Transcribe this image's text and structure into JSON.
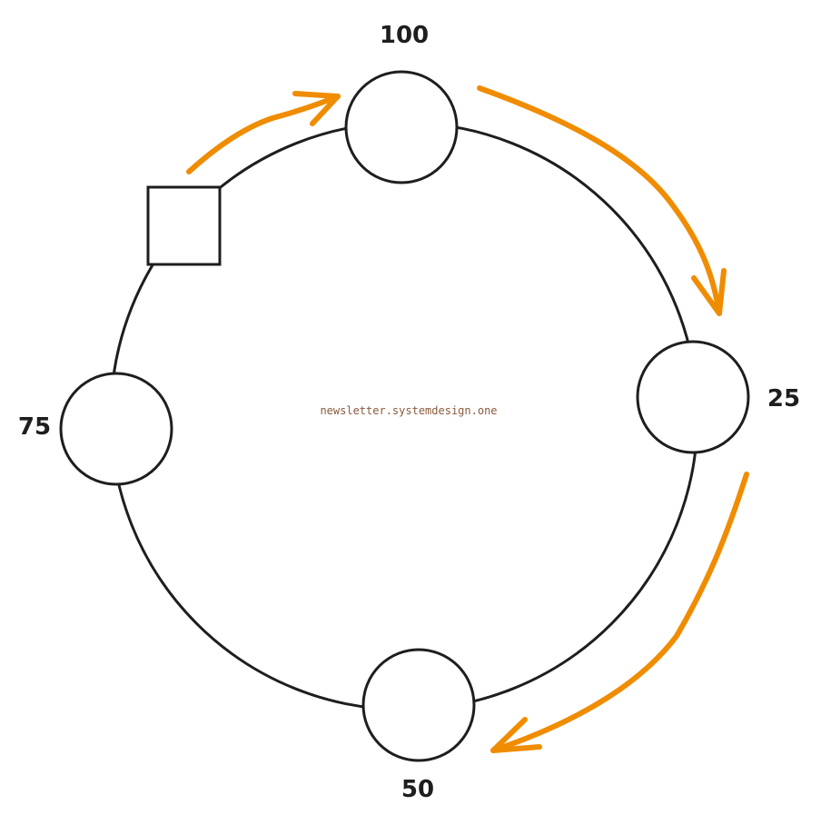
{
  "diagram": {
    "watermark": "newsletter.systemdesign.one",
    "nodes": [
      {
        "id": "node-100",
        "label": "100"
      },
      {
        "id": "node-25",
        "label": "25"
      },
      {
        "id": "node-50",
        "label": "50"
      },
      {
        "id": "node-75",
        "label": "75"
      }
    ],
    "colors": {
      "ring": "#1e1e1e",
      "node_fill": "#ffffff",
      "arrow": "#f08c00",
      "watermark": "#8a5a3c"
    }
  }
}
